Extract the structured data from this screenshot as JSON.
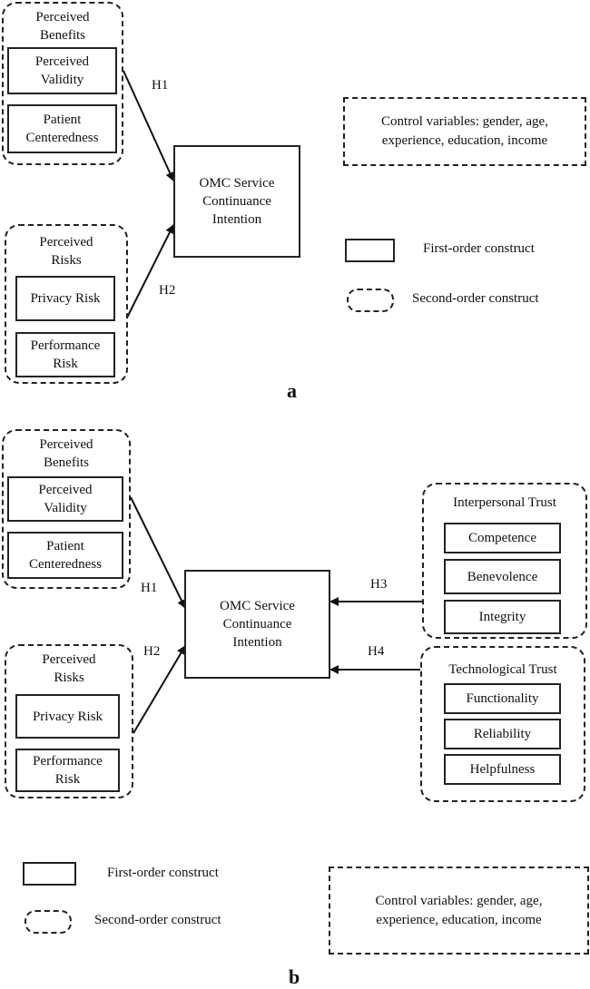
{
  "panel_a": {
    "label": "a",
    "benefits": {
      "title": "Perceived Benefits",
      "items": [
        "Perceived Validity",
        "Patient Centeredness"
      ]
    },
    "risks": {
      "title": "Perceived Risks",
      "items": [
        "Privacy Risk",
        "Performance Risk"
      ]
    },
    "outcome": "OMC Service Continuance Intention",
    "hypotheses": [
      "H1",
      "H2"
    ],
    "control": "Control variables: gender, age, experience, education, income",
    "legend": {
      "first_order": "First-order construct",
      "second_order": "Second-order construct"
    }
  },
  "panel_b": {
    "label": "b",
    "benefits": {
      "title": "Perceived Benefits",
      "items": [
        "Perceived Validity",
        "Patient Centeredness"
      ]
    },
    "risks": {
      "title": "Perceived Risks",
      "items": [
        "Privacy Risk",
        "Performance Risk"
      ]
    },
    "interpersonal": {
      "title": "Interpersonal Trust",
      "items": [
        "Competence",
        "Benevolence",
        "Integrity"
      ]
    },
    "technological": {
      "title": "Technological Trust",
      "items": [
        "Functionality",
        "Reliability",
        "Helpfulness"
      ]
    },
    "outcome": "OMC Service Continuance Intention",
    "hypotheses": [
      "H1",
      "H2",
      "H3",
      "H4"
    ],
    "control": "Control variables: gender, age, experience, education, income",
    "legend": {
      "first_order": "First-order construct",
      "second_order": "Second-order construct"
    }
  }
}
